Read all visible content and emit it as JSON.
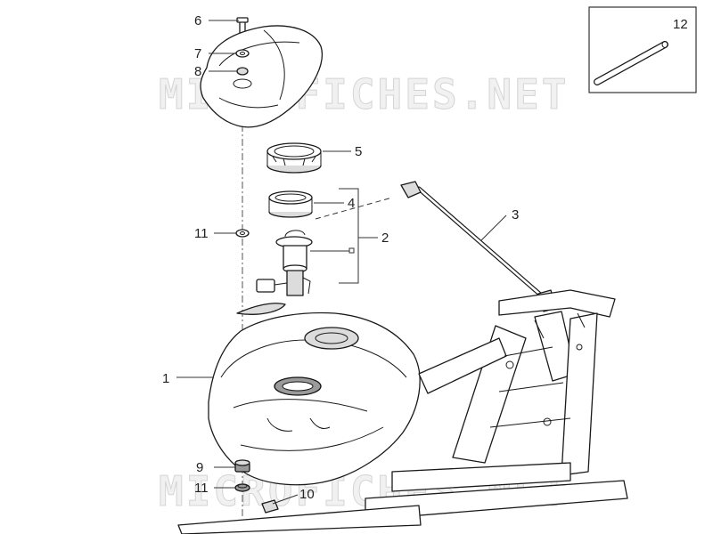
{
  "watermarks": [
    "MICROFICHES.NET",
    "MICROFICHES.NET"
  ],
  "callouts": {
    "c1": "1",
    "c2": "2",
    "c3": "3",
    "c4": "4",
    "c5": "5",
    "c6": "6",
    "c7": "7",
    "c8": "8",
    "c9": "9",
    "c10": "10",
    "c11a": "11",
    "c11b": "11",
    "c12": "12"
  },
  "colors": {
    "line": "#1a1a1a",
    "shade": "#dcdcdc",
    "watermark": "#d4d4d4"
  }
}
